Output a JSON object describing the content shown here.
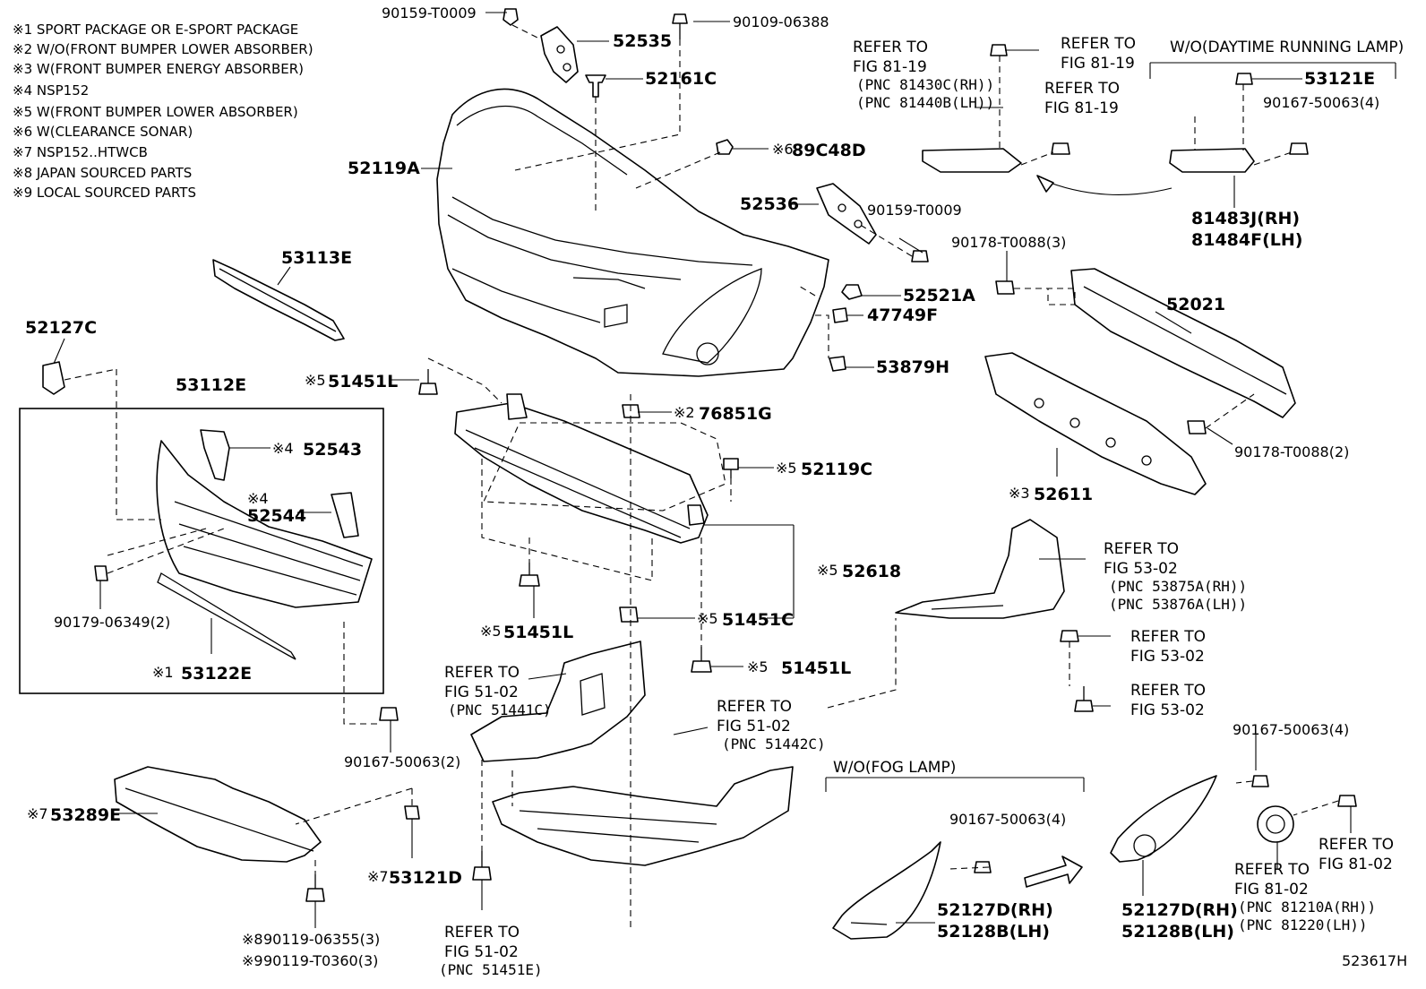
{
  "notes": [
    "※1 SPORT PACKAGE OR E-SPORT PACKAGE",
    "※2 W/O(FRONT BUMPER LOWER ABSORBER)",
    "※3 W(FRONT BUMPER ENERGY ABSORBER)",
    "※4 NSP152",
    "※5 W(FRONT BUMPER LOWER ABSORBER)",
    "※6 W(CLEARANCE SONAR)",
    "※7 NSP152..HTWCB",
    "※8 JAPAN SOURCED PARTS",
    "※9 LOCAL SOURCED PARTS"
  ],
  "part_labels": {
    "p90159_top": "90159-T0009",
    "p90109": "90109-06388",
    "p52535": "52535",
    "p52161C": "52161C",
    "p52119A": "52119A",
    "p89C48D": "89C48D",
    "p52536": "52536",
    "p90159_mid": "90159-T0009",
    "p52521A": "52521A",
    "p47749F": "47749F",
    "p53879H": "53879H",
    "p53113E": "53113E",
    "p52127C": "52127C",
    "p53112E": "53112E",
    "p52543": "52543",
    "p52544": "52544",
    "p90179": "90179-06349(2)",
    "p53122E": "53122E",
    "p51451L_top": "51451L",
    "p76851G": "76851G",
    "p52119C": "52119C",
    "p52618": "52618",
    "p51451L_mid": "51451L",
    "p51451C": "51451C",
    "p51451L_low": "51451L",
    "p90167_low": "90167-50063(2)",
    "p53289E": "53289E",
    "p53121D": "53121D",
    "p90119_a": "90119-06355(3)",
    "p90119_b": "90119-T0360(3)",
    "p53121E": "53121E",
    "p90167_drl": "90167-50063(4)",
    "p81483J": "81483J(RH)",
    "p81484F": "81484F(LH)",
    "p90178_top": "90178-T0088(3)",
    "p52021": "52021",
    "p90178_low": "90178-T0088(2)",
    "p52611": "52611",
    "p90167_fogr": "90167-50063(4)",
    "p90167_fogl": "90167-50063(4)",
    "p52127D_l": "52127D(RH)",
    "p52128B_l": "52128B(LH)",
    "p52127D_r": "52127D(RH)",
    "p52128B_r": "52128B(LH)"
  },
  "note_marks": {
    "m6": "※6",
    "m4a": "※4",
    "m4b": "※4",
    "m1": "※1",
    "m5a": "※5",
    "m2": "※2",
    "m5b": "※5",
    "m5c": "※5",
    "m5d": "※5",
    "m5e": "※5",
    "m5f": "※5",
    "m7a": "※7",
    "m7b": "※7",
    "m8": "※8",
    "m9": "※9",
    "m3": "※3"
  },
  "refs": {
    "r1a": "REFER TO",
    "r1b": "FIG 81-19",
    "r1c": "(PNC 81430C(RH))",
    "r1d": "(PNC 81440B(LH))",
    "r2a": "REFER TO",
    "r2b": "FIG 81-19",
    "r3a": "REFER TO",
    "r3b": "FIG 81-19",
    "r4a": "REFER TO",
    "r4b": "FIG 53-02",
    "r4c": "(PNC 53875A(RH))",
    "r4d": "(PNC 53876A(LH))",
    "r5a": "REFER TO",
    "r5b": "FIG 53-02",
    "r6a": "REFER TO",
    "r6b": "FIG 53-02",
    "r7a": "REFER TO",
    "r7b": "FIG 51-02",
    "r7c": "(PNC 51441C)",
    "r8a": "REFER TO",
    "r8b": "FIG 51-02",
    "r8c": "(PNC 51442C)",
    "r9a": "REFER TO",
    "r9b": "FIG 51-02",
    "r9c": "(PNC 51451E)",
    "r10a": "REFER TO",
    "r10b": "FIG 81-02",
    "r10c": "(PNC 81210A(RH))",
    "r10d": "(PNC 81220(LH))",
    "r11a": "REFER TO",
    "r11b": "FIG 81-02"
  },
  "conditions": {
    "drl": "W/O(DAYTIME RUNNING LAMP)",
    "fog": "W/O(FOG LAMP)"
  },
  "figure_id": "523617H"
}
